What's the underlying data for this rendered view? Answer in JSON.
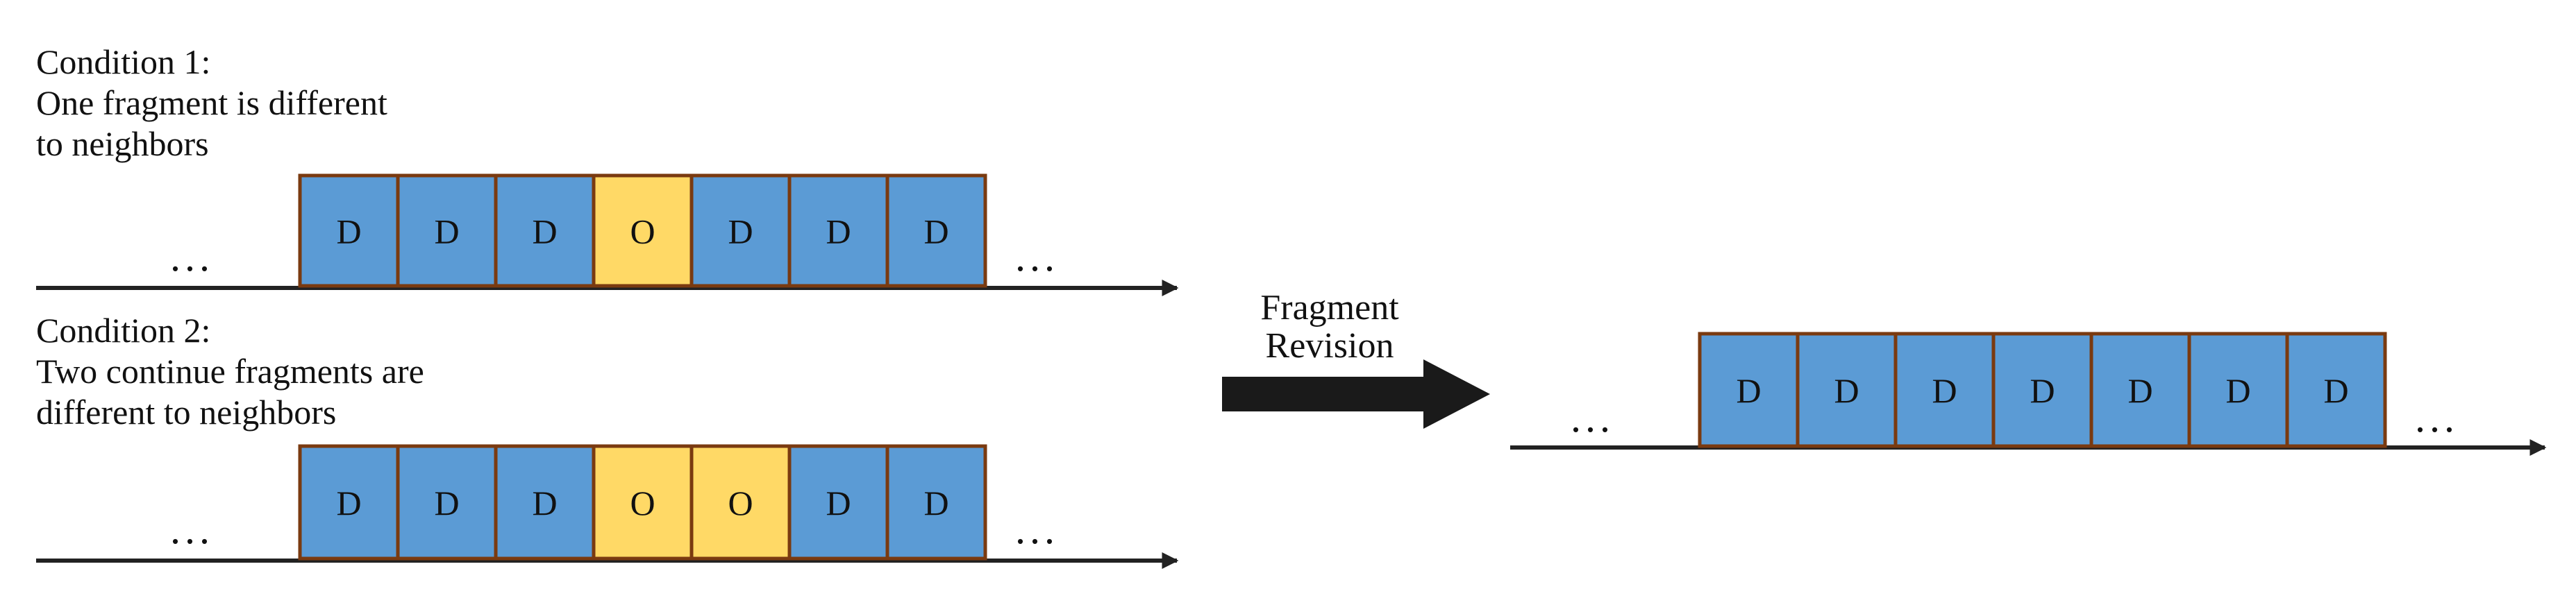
{
  "colors": {
    "default_cell": "#5B9BD5",
    "outlier_cell": "#FFD966",
    "cell_border": "#7A3A10",
    "axis": "#222222",
    "arrow": "#1A1A1A"
  },
  "condition1": {
    "lines": [
      "Condition 1:",
      "One fragment is different",
      "to neighbors"
    ],
    "cells": [
      "D",
      "D",
      "D",
      "O",
      "D",
      "D",
      "D"
    ],
    "ellipsis_left": "...",
    "ellipsis_right": "..."
  },
  "condition2": {
    "lines": [
      "Condition 2:",
      "Two continue fragments are",
      "different to neighbors"
    ],
    "cells": [
      "D",
      "D",
      "D",
      "O",
      "O",
      "D",
      "D"
    ],
    "ellipsis_left": "...",
    "ellipsis_right": "..."
  },
  "revision_arrow": {
    "lines": [
      "Fragment",
      "Revision"
    ]
  },
  "result": {
    "cells": [
      "D",
      "D",
      "D",
      "D",
      "D",
      "D",
      "D"
    ],
    "ellipsis_left": "...",
    "ellipsis_right": "..."
  }
}
